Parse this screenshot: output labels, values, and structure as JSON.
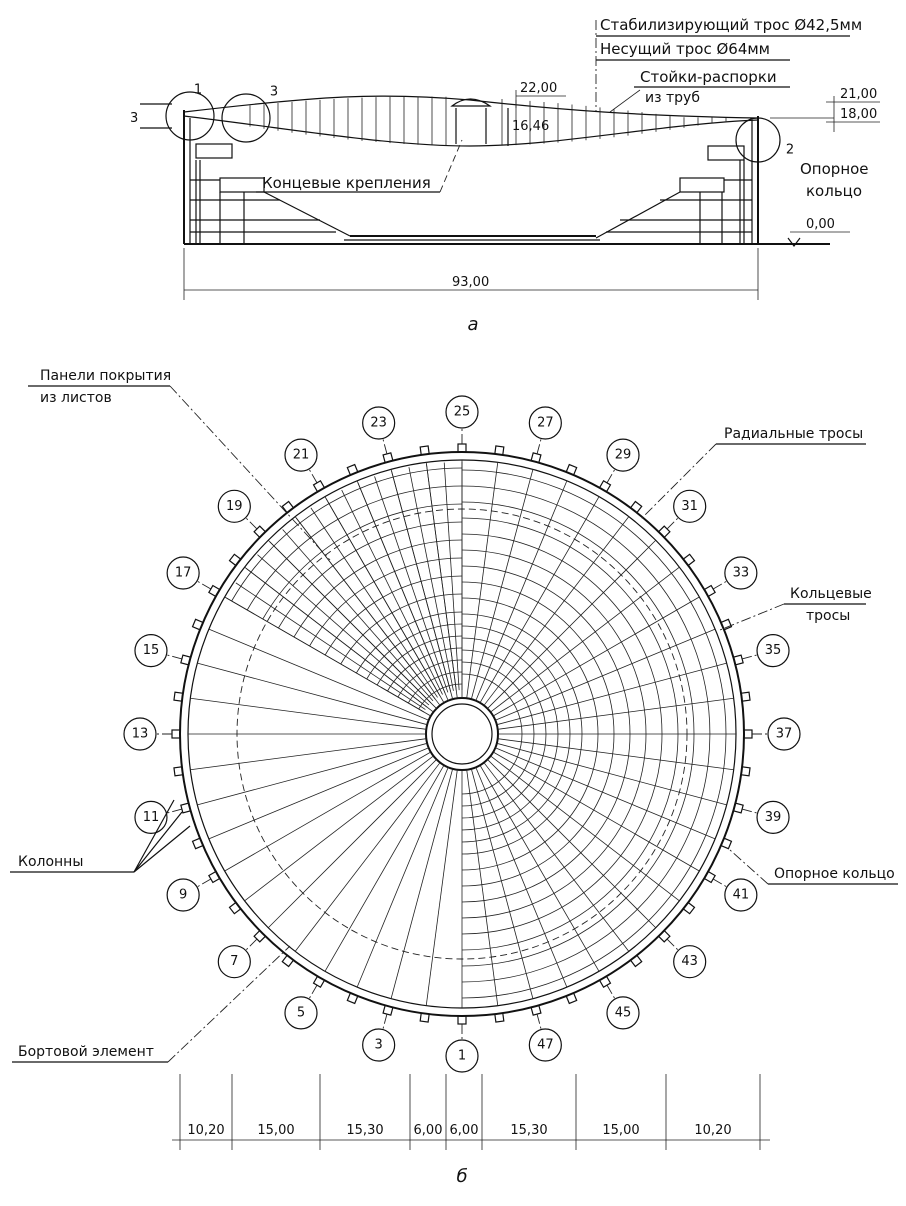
{
  "section": {
    "caption": "а",
    "labels": {
      "stab_cable": "Стабилизирующий трос Ø42,5мм",
      "bearing_cable": "Несущий трос Ø64мм",
      "struts_1": "Стойки-распорки",
      "struts_2": "из труб",
      "end_fix": "Концевые крепления",
      "support_ring_1": "Опорное",
      "support_ring_2": "кольцо"
    },
    "marks": {
      "m1": "1",
      "m2": "2",
      "m3": "3",
      "m3_side": "3"
    },
    "dims": {
      "top_22": "22,00",
      "mid_1646": "16,46",
      "r_2100": "21,00",
      "r_1800": "18,00",
      "zero": "0,00",
      "span": "93,00"
    }
  },
  "plan": {
    "caption": "б",
    "labels": {
      "roof_panels_1": "Панели покрытия",
      "roof_panels_2": "из листов",
      "radial_cables": "Радиальные тросы",
      "ring_cables_1": "Кольцевые",
      "ring_cables_2": "тросы",
      "columns": "Колонны",
      "support_ring": "Опорное кольцо",
      "edge_element": "Бортовой элемент"
    },
    "axis_numbers": [
      "1",
      "3",
      "5",
      "7",
      "9",
      "11",
      "13",
      "15",
      "17",
      "19",
      "21",
      "23",
      "25",
      "27",
      "29",
      "31",
      "33",
      "35",
      "37",
      "39",
      "41",
      "43",
      "45",
      "47"
    ],
    "bottom_dims": [
      "10,20",
      "15,00",
      "15,30",
      "6,00",
      "6,00",
      "15,30",
      "15,00",
      "10,20"
    ]
  }
}
